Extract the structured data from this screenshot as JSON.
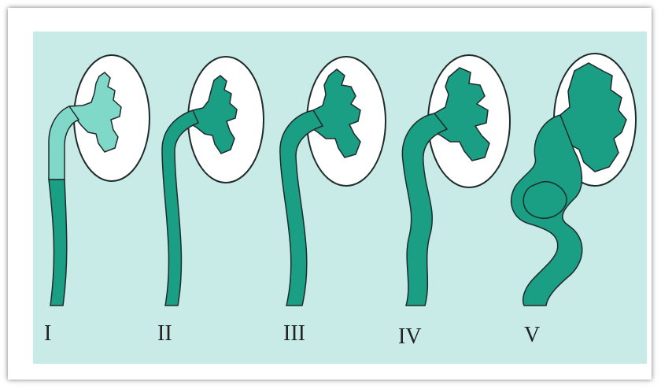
{
  "figure": {
    "colors": {
      "panel": "#c9ebe7",
      "fill": "#1a9e84",
      "fill_light": "#7fd8c8",
      "outline": "#1f2b2a",
      "kidney": "#ffffff"
    },
    "grades": [
      {
        "label": "I"
      },
      {
        "label": "II"
      },
      {
        "label": "III"
      },
      {
        "label": "IV"
      },
      {
        "label": "V"
      }
    ]
  }
}
